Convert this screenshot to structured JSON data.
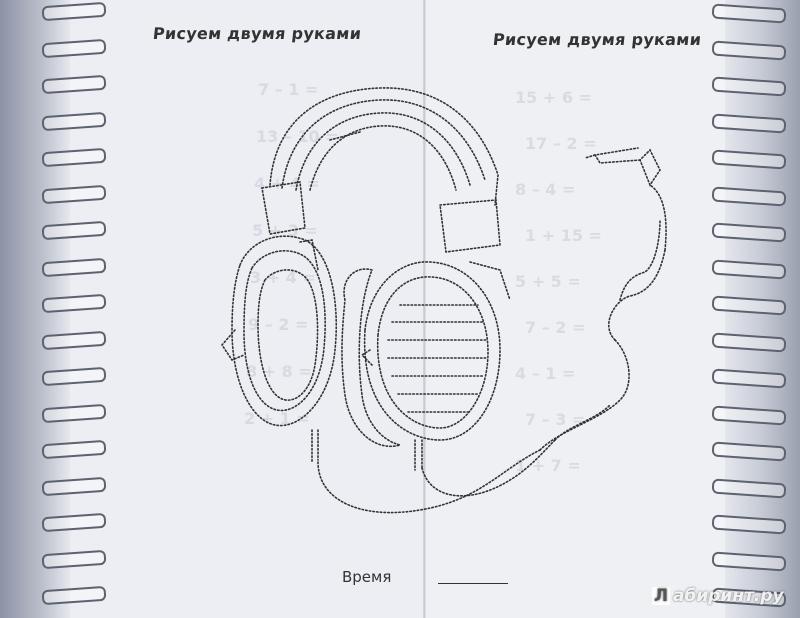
{
  "headings": {
    "left": "Рисуем двумя руками",
    "right": "Рисуем двумя руками"
  },
  "math_left": [
    "7 – 1 =",
    "13 – 10 =",
    "4 + 4 =",
    "5 + 3 =",
    "3 + 4 =",
    "9 – 2 =",
    "8 + 8 =",
    "2 + 1 ="
  ],
  "math_right": [
    "15 + 6 =",
    "17 – 2 =",
    "8 – 4 =",
    "1 + 15 =",
    "5 + 5 =",
    "7 – 2 =",
    "4 – 1 =",
    "7 – 3 =",
    "1 + 7 ="
  ],
  "footer": {
    "time_label": "Время"
  },
  "watermark": {
    "logo_letter": "Л",
    "text": "абиринт.ру"
  },
  "colors": {
    "paper": "#eceef3",
    "dotted_line": "#333333",
    "binding": "#5d6270"
  }
}
